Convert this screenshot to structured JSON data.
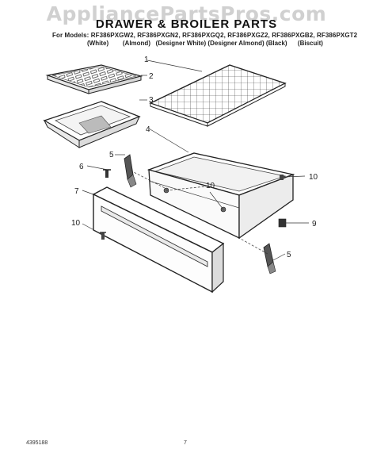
{
  "watermark": "AppliancePartsPros.com",
  "header": {
    "title": "DRAWER & BROILER PARTS",
    "models": "For Models: RF386PXGW2, RF386PXGN2, RF386PXGQ2, RF386PXGZ2, RF386PXGB2, RF386PXGT2",
    "colors": "(White)        (Almond)   (Designer White) (Designer Almond) (Black)      (Biscuit)"
  },
  "callouts": {
    "c1": "1",
    "c2": "2",
    "c3": "3",
    "c4": "4",
    "c5a": "5",
    "c5b": "5",
    "c6": "6",
    "c7": "7",
    "c9": "9",
    "c10a": "10",
    "c10b": "10",
    "c10c": "10"
  },
  "footer": {
    "doc_number": "4395188",
    "page_number": "7"
  }
}
